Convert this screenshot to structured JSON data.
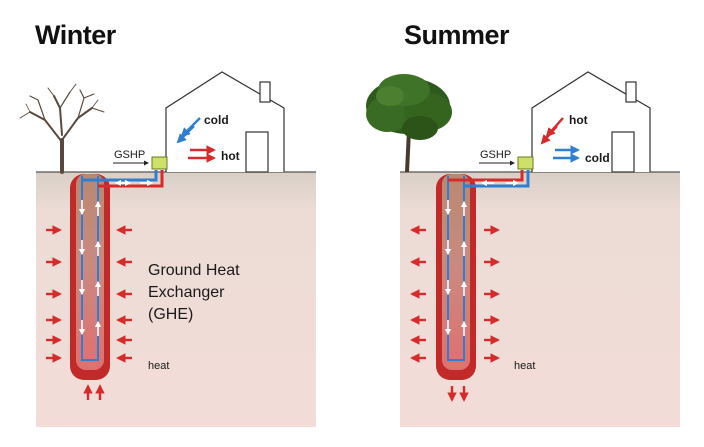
{
  "panels": {
    "winter": {
      "title": "Winter",
      "gshp": "GSHP",
      "arrow_top": "cold",
      "arrow_bottom": "hot",
      "ghe_label": [
        "Ground Heat",
        "Exchanger",
        "(GHE)"
      ],
      "heat": "heat",
      "heat_flow": "inward",
      "colors": {
        "cold": "#2f7fd0",
        "hot": "#d62b2b"
      }
    },
    "summer": {
      "title": "Summer",
      "gshp": "GSHP",
      "arrow_top": "hot",
      "arrow_bottom": "cold",
      "heat": "heat",
      "heat_flow": "outward",
      "colors": {
        "cold": "#2f7fd0",
        "hot": "#d62b2b"
      }
    }
  }
}
